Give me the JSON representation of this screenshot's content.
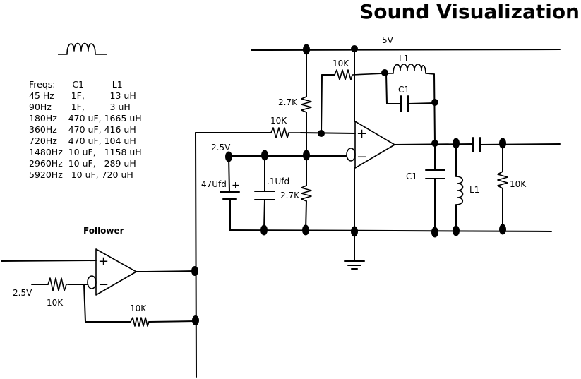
{
  "title": "Sound Visualization",
  "freq_table": {
    "header": "Freqs:      C1          L1",
    "rows": [
      "45 Hz      1F,         13 uH",
      "90Hz       1F,         3 uH",
      "180Hz    470 uF, 1665 uH",
      "360Hz    470 uF, 416 uH",
      "720Hz    470 uF, 104 uH",
      "1480Hz  10 uF,   1158 uH",
      "2960Hz  10 uF,   289 uH",
      "5920Hz   10 uF, 720 uH"
    ]
  },
  "follower": {
    "title": "Follower",
    "ref_label": "2.5V",
    "input_res_label": "10K",
    "feedback_res_label": "10K"
  },
  "main": {
    "supply_label": "5V",
    "top_res_label": "10K",
    "top_inductor_label": "L1",
    "top_cap_label": "C1",
    "divider_top_label": "2.7K",
    "divider_bottom_label": "2.7K",
    "input_res_label": "10K",
    "ref_label": "2.5V",
    "bulk_cap_label": "47Ufd",
    "bypass_cap_label": ".1Ufd",
    "tank_cap_label": "C1",
    "tank_inductor_label": "L1",
    "load_res_label": "10K",
    "plus_sign": "+",
    "minus_sign": "−"
  }
}
